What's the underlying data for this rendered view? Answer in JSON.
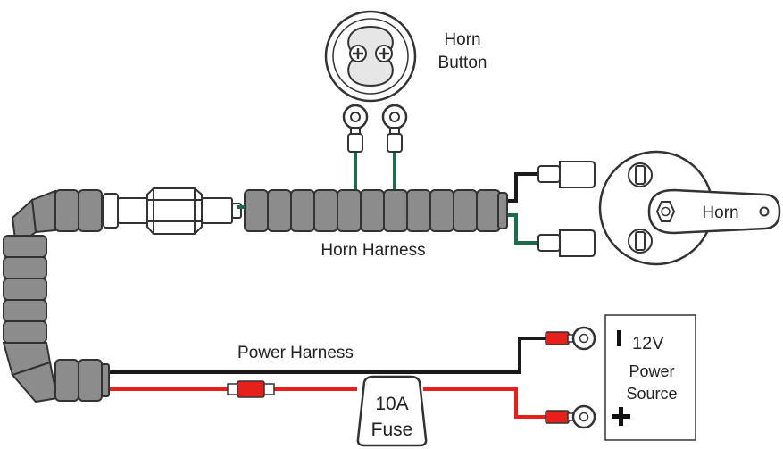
{
  "labels": {
    "horn_button_line1": "Horn",
    "horn_button_line2": "Button",
    "horn": "Horn",
    "horn_harness": "Horn Harness",
    "power_harness": "Power Harness",
    "fuse_line1": "10A",
    "fuse_line2": "Fuse",
    "power_source_line1": "12V",
    "power_source_line2": "Power",
    "power_source_line3": "Source"
  },
  "colors": {
    "wire_black": "#1a1a1a",
    "wire_red": "#e8201c",
    "wire_green": "#1e6b4a",
    "loom_gray": "#8c8c8c",
    "outline": "#333333"
  }
}
